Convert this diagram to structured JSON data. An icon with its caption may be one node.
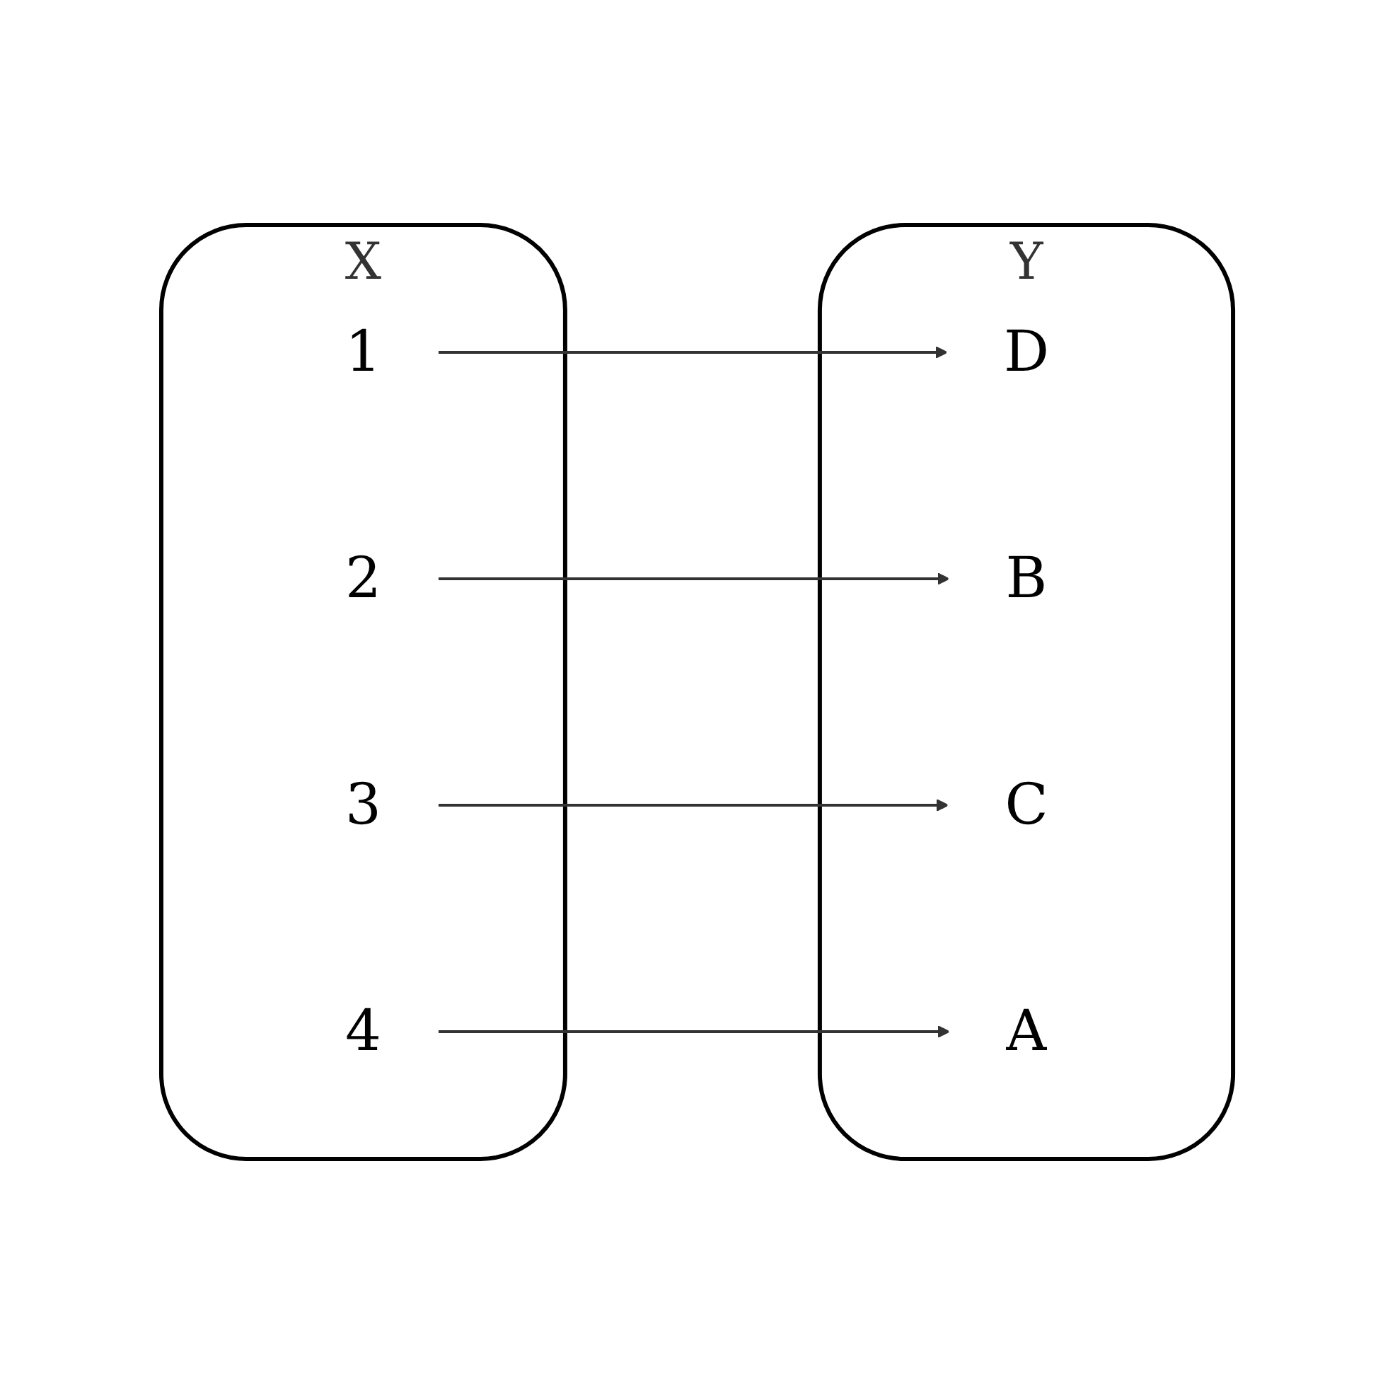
{
  "diagram": {
    "nodes": [
      {
        "text": [
          "X"
        ]
      },
      {
        "text": [
          "1"
        ],
        "in": 0
      },
      {
        "text": [
          "2"
        ],
        "in": 0
      },
      {
        "text": [
          "3"
        ],
        "in": 0
      },
      {
        "text": [
          "4"
        ],
        "in": 0
      },
      {
        "text": [
          "Y"
        ]
      },
      {
        "text": [
          "D"
        ],
        "in": 5
      },
      {
        "text": [
          "B"
        ],
        "in": 5
      },
      {
        "text": [
          "C"
        ],
        "in": 5
      },
      {
        "text": [
          "A"
        ],
        "in": 5
      }
    ],
    "edges": [
      {
        "from": 1,
        "to": 6,
        "arrow": "to"
      },
      {
        "from": 2,
        "to": 7,
        "arrow": "to"
      },
      {
        "from": 3,
        "to": 8,
        "arrow": "to"
      },
      {
        "from": 4,
        "to": 9,
        "arrow": "to"
      }
    ]
  }
}
